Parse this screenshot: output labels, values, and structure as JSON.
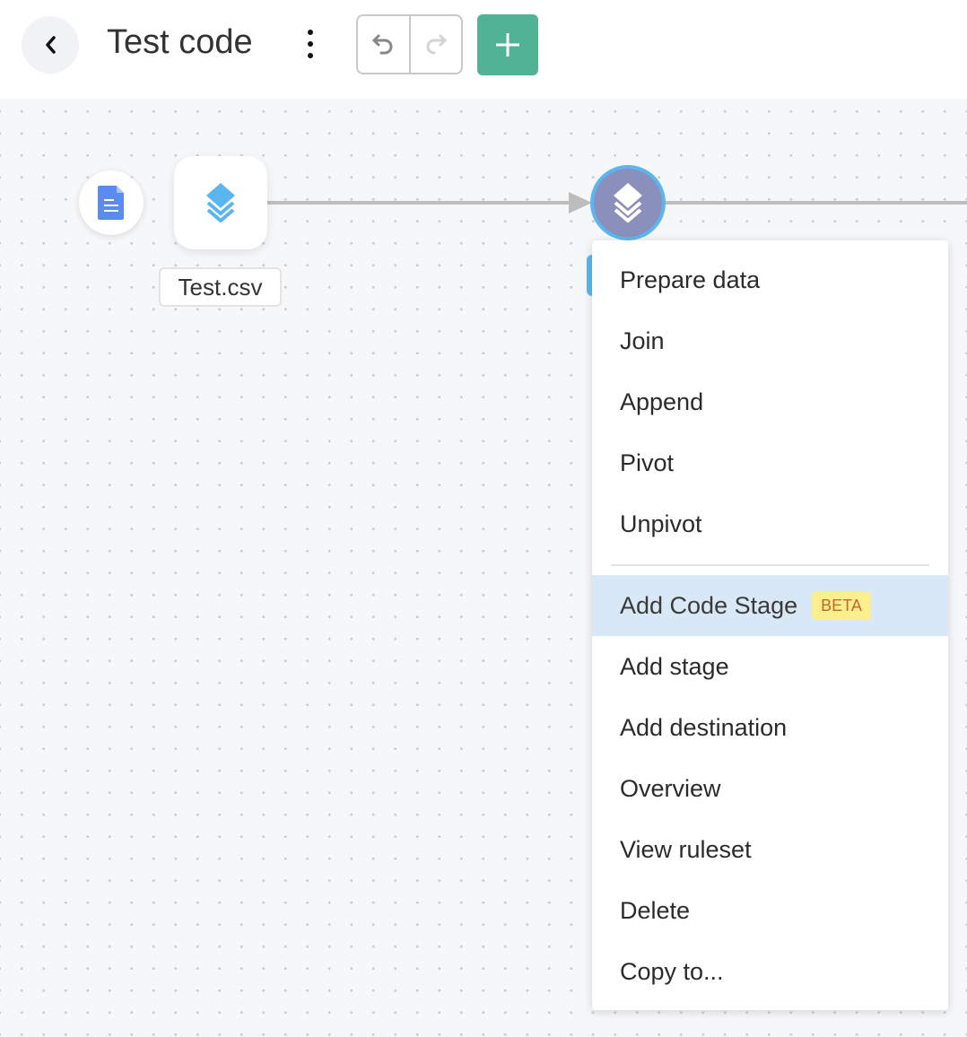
{
  "header": {
    "title": "Test code",
    "back_icon": "chevron-left-icon",
    "more_icon": "vertical-dots-icon",
    "undo_icon": "undo-icon",
    "redo_icon": "redo-icon",
    "add_icon": "plus-icon"
  },
  "canvas": {
    "source_file_icon": "document-icon",
    "dataset_label": "Test.csv",
    "dataset_icon": "layers-icon",
    "stage_icon": "layers-icon"
  },
  "menu": {
    "group1": [
      "Prepare data",
      "Join",
      "Append",
      "Pivot",
      "Unpivot"
    ],
    "highlighted": {
      "label": "Add Code Stage",
      "badge": "BETA"
    },
    "group2": [
      "Add stage",
      "Add destination",
      "Overview",
      "View ruleset",
      "Delete",
      "Copy to..."
    ]
  },
  "colors": {
    "accent": "#52b294",
    "stage": "#8b8fbb",
    "stage_border": "#5bb6ef",
    "highlight": "#d9e8f6"
  }
}
